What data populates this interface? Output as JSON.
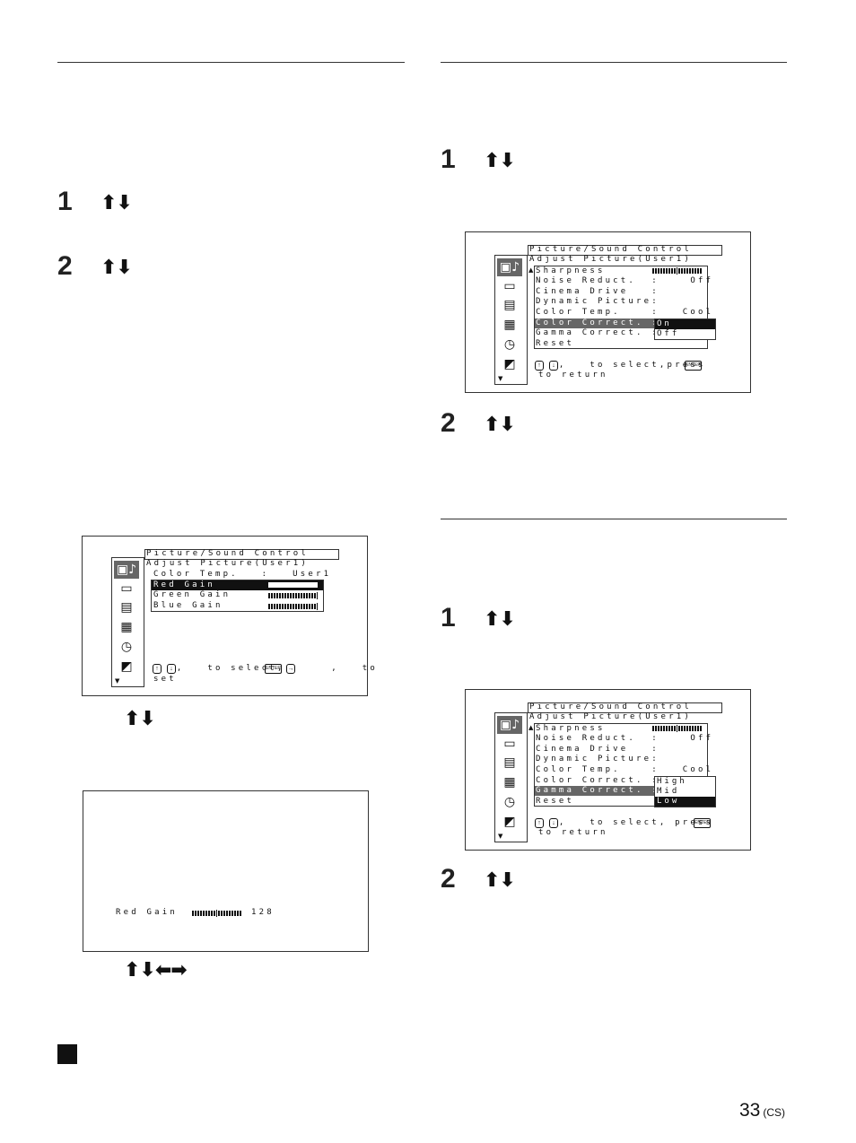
{
  "page": {
    "number": "33",
    "suffix": "(CS)"
  },
  "steps": {
    "one": "1",
    "two": "2"
  },
  "arrows": {
    "updown": "⬆⬇",
    "four": "⬆⬇⬅➡"
  },
  "osd_common": {
    "title": "Picture/Sound Control",
    "subtitle": "Adjust Picture(User1)"
  },
  "osd_left": {
    "items": [
      {
        "label": "Color Temp.   :   User1"
      },
      {
        "label": "Red Gain"
      },
      {
        "label": "Green Gain"
      },
      {
        "label": "Blue Gain"
      }
    ],
    "help_line1": "   ,   to select,      ,   to",
    "help_line2": "set"
  },
  "osd_redgain": {
    "label": "Red Gain",
    "value": "128",
    "level_fraction": 0.5
  },
  "osd_color_correct": {
    "items": [
      "Sharpness",
      "Noise Reduct.  :    Off",
      "Cinema Drive   :",
      "Dynamic Picture:",
      "Color Temp.    :   Cool",
      "Color Correct. :",
      "Gamma Correct. :",
      "Reset"
    ],
    "options": [
      "On",
      "Off"
    ],
    "selected_option": "On",
    "help_line1": "   ,   to select,press",
    "help_line2": "to return"
  },
  "osd_gamma": {
    "items": [
      "Sharpness",
      "Noise Reduct.  :    Off",
      "Cinema Drive   :",
      "Dynamic Picture:",
      "Color Temp.    :   Cool",
      "Color Correct. :",
      "Gamma Correct. :",
      "Reset"
    ],
    "options": [
      "High",
      "Mid",
      "Low"
    ],
    "selected_option": "Low",
    "help_line1": "   ,   to select, press",
    "help_line2": "to return"
  },
  "icons": [
    "picture-sound-icon",
    "screen-icon",
    "setup-icon",
    "menu-setup-icon",
    "timer-icon",
    "input-icon"
  ],
  "enter_key_label": "ENTER"
}
